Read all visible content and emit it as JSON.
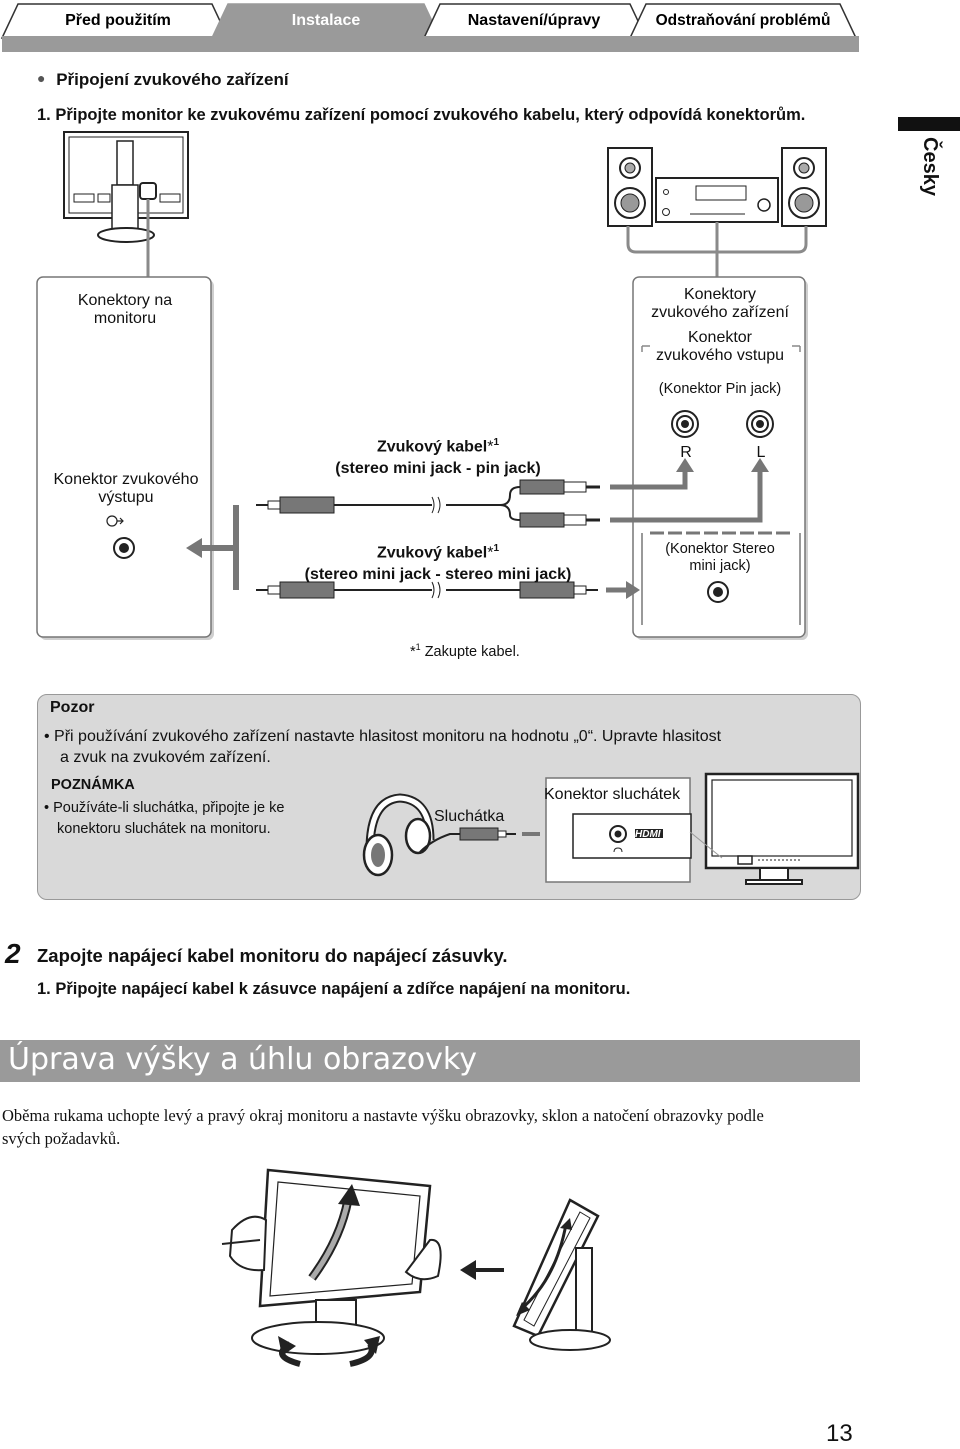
{
  "tabs": [
    "Před použitím",
    "Instalace",
    "Nastavení/úpravy",
    "Odstraňování problémů"
  ],
  "side_label": "Česky",
  "section": {
    "bullet": "●",
    "heading": "Připojení zvukového zařízení",
    "step1": "1. Připojte monitor ke zvukovému zařízení pomocí zvukového kabelu, který odpovídá konektorům."
  },
  "diagram": {
    "monitor_box_title_line1": "Konektory na",
    "monitor_box_title_line2": "monitoru",
    "audio_out_line1": "Konektor zvukového",
    "audio_out_line2": "výstupu",
    "audio_box_title_line1": "Konektory",
    "audio_box_title_line2": "zvukového zařízení",
    "audio_in_line1": "Konektor",
    "audio_in_line2": "zvukového vstupu",
    "pin_jack": "(Konektor Pin jack)",
    "cable1_line1": "Zvukový kabel",
    "cable1_sup": "1",
    "cable1_line2": "(stereo mini jack - pin jack)",
    "cable2_line1": "Zvukový kabel",
    "cable2_sup": "1",
    "cable2_line2": "(stereo mini jack - stereo mini jack)",
    "r": "R",
    "l": "L",
    "stereo_jack_line1": "(Konektor Stereo",
    "stereo_jack_line2": "mini jack)",
    "footnote_mark": "*",
    "footnote_sup": "1",
    "footnote_text": "Zakupte kabel."
  },
  "note": {
    "caution_title": "Pozor",
    "caution_line1": "Při používání zvukového zařízení nastavte hlasitost monitoru na hodnotu „0“. Upravte hlasitost",
    "caution_line2": "a zvuk na zvukovém zařízení.",
    "note_title": "POZNÁMKA",
    "note_line1": "Používáte-li sluchátka, připojte je ke",
    "note_line2": "konektoru sluchátek na monitoru.",
    "headphones": "Sluchátka",
    "headphone_jack": "Konektor sluchátek",
    "hdmi": "HDMI"
  },
  "step2": {
    "number": "2",
    "heading": "Zapojte napájecí kabel monitoru do napájecí zásuvky.",
    "sub": "1. Připojte napájecí kabel k zásuvce napájení a zdířce napájení na monitoru."
  },
  "banner": {
    "title": "Úprava výšky a úhlu obrazovky"
  },
  "body_text": {
    "line1": "Oběma rukama uchopte levý a pravý okraj monitoru a nastavte výšku obrazovky, sklon a natočení obrazovky podle",
    "line2": "svých požadavků."
  },
  "page_number": "13"
}
